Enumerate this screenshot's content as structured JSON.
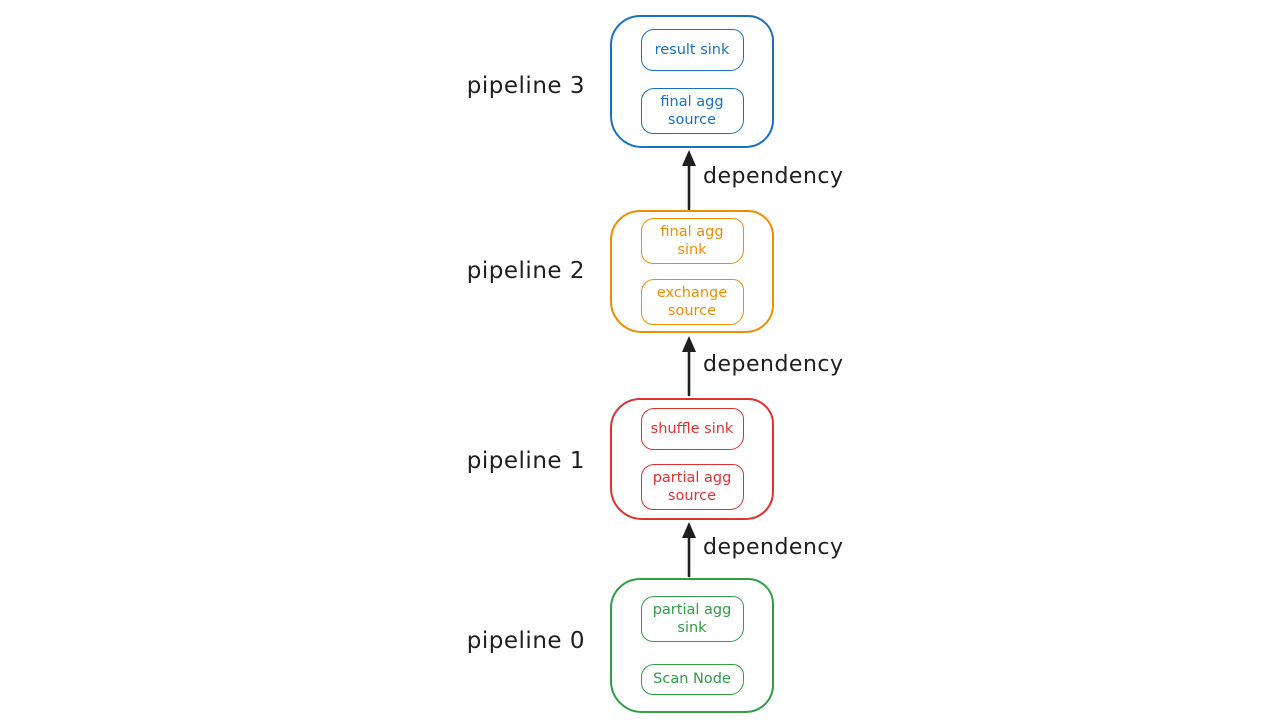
{
  "canvas": {
    "background": "#ffffff",
    "ink": "#1e1e1e"
  },
  "pipelines": [
    {
      "label": "pipeline 3",
      "color": "#1971c2",
      "nodes": [
        "result sink",
        "final agg source"
      ]
    },
    {
      "label": "pipeline 2",
      "color": "#f08c00",
      "nodes": [
        "final agg sink",
        "exchange source"
      ]
    },
    {
      "label": "pipeline 1",
      "color": "#e03131",
      "nodes": [
        "shuffle sink",
        "partial agg source"
      ]
    },
    {
      "label": "pipeline 0",
      "color": "#2f9e44",
      "nodes": [
        "partial agg sink",
        "Scan Node"
      ]
    }
  ],
  "edges": [
    {
      "from": "pipeline 2",
      "to": "pipeline 3",
      "label": "dependency"
    },
    {
      "from": "pipeline 1",
      "to": "pipeline 2",
      "label": "dependency"
    },
    {
      "from": "pipeline 0",
      "to": "pipeline 1",
      "label": "dependency"
    }
  ]
}
